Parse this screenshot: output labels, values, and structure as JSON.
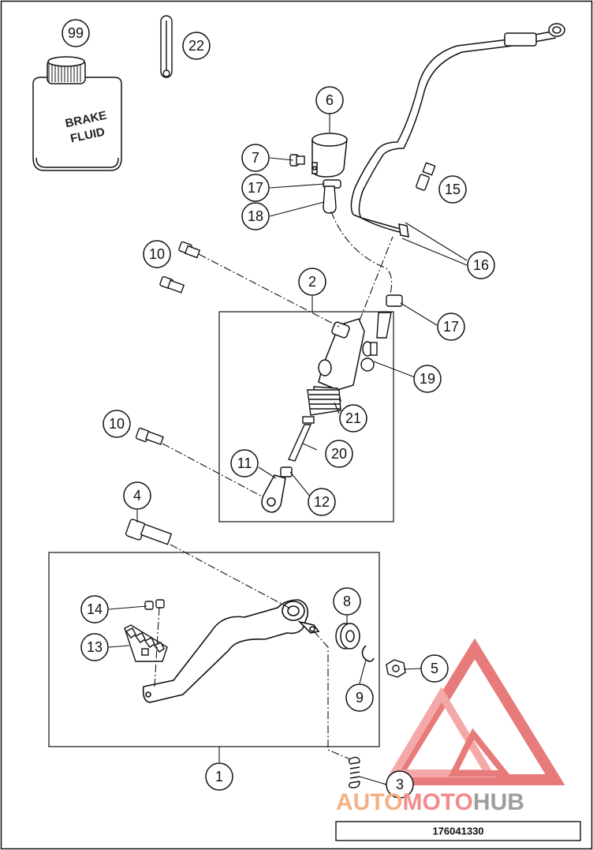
{
  "diagram": {
    "part_numbers": {
      "p1": "1",
      "p2": "2",
      "p3": "3",
      "p4": "4",
      "p5": "5",
      "p6": "6",
      "p7": "7",
      "p8": "8",
      "p9": "9",
      "p10a": "10",
      "p10b": "10",
      "p11": "11",
      "p12": "12",
      "p13": "13",
      "p14": "14",
      "p15": "15",
      "p16": "16",
      "p17a": "17",
      "p17b": "17",
      "p18": "18",
      "p19": "19",
      "p20": "20",
      "p21": "21",
      "p22": "22",
      "p99": "99"
    },
    "bottle_label_line1": "BRAKE",
    "bottle_label_line2": "FLUID",
    "drawing_code": "176041330"
  },
  "watermark": {
    "part1": "AUTO",
    "part2": "MOTO",
    "part3": "HUB",
    "color_part1": "#f4b183",
    "color_part2": "#f28b8b",
    "color_part3": "#9e9e9e"
  },
  "colors": {
    "line": "#111111",
    "watermark_triangle": "#e05050"
  }
}
